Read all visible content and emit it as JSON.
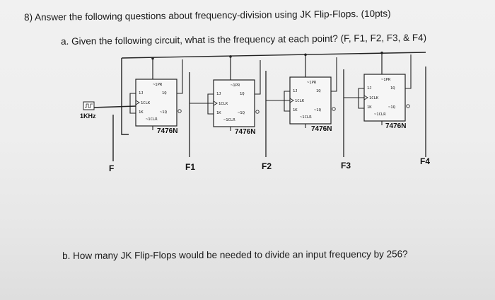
{
  "question": {
    "number": "8)",
    "text": "Answer the following questions about frequency-division using JK Flip-Flops. (10pts)"
  },
  "part_a": {
    "letter": "a.",
    "text": "Given the following circuit, what is the frequency at each point? (F, F1, F2, F3, & F4)"
  },
  "part_b": {
    "letter": "b.",
    "text": "How many JK Flip-Flops would be needed to divide an input frequency by 256?"
  },
  "circuit": {
    "input_label": "1KHz",
    "chip_label": "7476N",
    "pin_labels": {
      "preset": "~1PR",
      "j": "1J",
      "q": "1Q",
      "clk": "1CLK",
      "k": "1K",
      "q_bar": "~1Q",
      "clear": "~1CLR"
    },
    "points": [
      "F",
      "F1",
      "F2",
      "F3",
      "F4"
    ]
  }
}
